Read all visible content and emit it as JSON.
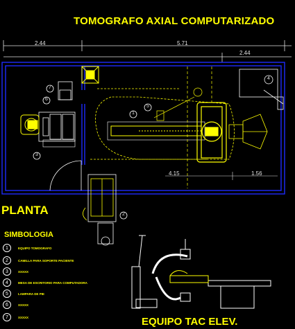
{
  "title": "TOMOGRAFO AXIAL COMPUTARIZADO",
  "dimensions": {
    "left_width": "2.44",
    "middle_width": "5.71",
    "right_width": "2.44",
    "inner_a": "4.15",
    "inner_b": "1.56"
  },
  "plan_label": "PLANTA",
  "legend_title": "SIMBOLOGIA",
  "legend": [
    {
      "num": "1",
      "text": "EQUIPO TOMOGRAFO"
    },
    {
      "num": "2",
      "text": "CAMILLA PARA SOPORTE PACIENTE"
    },
    {
      "num": "3",
      "text": "XXXXX"
    },
    {
      "num": "4",
      "text": "MESA DE ESCRITORIO PARA COMPUTADORA"
    },
    {
      "num": "5",
      "text": "LAMPARA DE PIE"
    },
    {
      "num": "6",
      "text": "XXXXX"
    },
    {
      "num": "7",
      "text": "XXXXX"
    }
  ],
  "callouts": [
    "1",
    "2",
    "3",
    "4",
    "5",
    "6",
    "7"
  ],
  "elevation_label": "EQUIPO TAC ELEV.",
  "colors": {
    "background": "#000000",
    "walls": "#1e2cff",
    "text_accent": "#ffff00",
    "equipment": "#ffffff",
    "fixtures": "#ffff00"
  }
}
